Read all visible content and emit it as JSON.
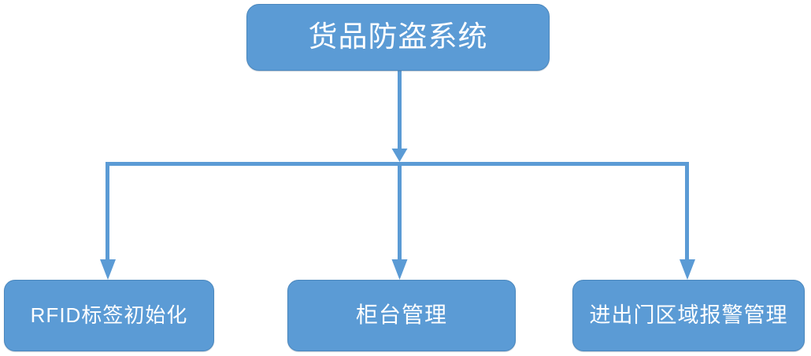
{
  "diagram": {
    "type": "org-tree",
    "orientation": "top-down",
    "background_color": "#ffffff",
    "node_fill_color": "#5b9bd5",
    "node_border_color": "#4a87bd",
    "node_text_color": "#ffffff",
    "connector_color": "#5b9bd5",
    "root": {
      "id": "root",
      "label": "货品防盗系统"
    },
    "children": [
      {
        "id": "rfid",
        "label": "RFID标签初始化"
      },
      {
        "id": "counter",
        "label": "柜台管理"
      },
      {
        "id": "gate",
        "label": "进出门区域报警管理"
      }
    ]
  }
}
